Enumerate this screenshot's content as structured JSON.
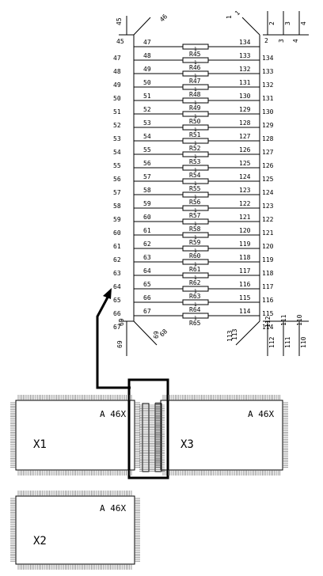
{
  "components": {
    "x1": {
      "name": "X1",
      "type": "A 46X"
    },
    "x2": {
      "name": "X2",
      "type": "A 46X"
    },
    "x3": {
      "name": "X3",
      "type": "A 46X"
    }
  },
  "detail": {
    "corner_top_left": [
      "45",
      "46"
    ],
    "corner_top_left_inner": "45",
    "corner_top_right": [
      "1",
      "1"
    ],
    "corner_bottom_left": [
      "68",
      "69"
    ],
    "corner_bottom_left_inner": "69",
    "corner_bottom_left_outer": "69",
    "corner_bottom_right": [
      "113",
      "113"
    ],
    "top_right_pins": [
      "2",
      "3",
      "4"
    ],
    "top_right_inner": [
      "2",
      "3",
      "4"
    ],
    "bottom_right_pins": [
      "112",
      "111",
      "110"
    ],
    "bottom_right_inner": [
      "112",
      "111",
      "110"
    ],
    "resistor_pin_label": "1",
    "rows": [
      {
        "left_outer": "47",
        "left_inner": "47",
        "resistor": "R45",
        "right_inner": "134",
        "right_outer": "134"
      },
      {
        "left_outer": "48",
        "left_inner": "48",
        "resistor": "R46",
        "right_inner": "133",
        "right_outer": "133"
      },
      {
        "left_outer": "49",
        "left_inner": "49",
        "resistor": "R47",
        "right_inner": "132",
        "right_outer": "132"
      },
      {
        "left_outer": "50",
        "left_inner": "50",
        "resistor": "R48",
        "right_inner": "131",
        "right_outer": "131"
      },
      {
        "left_outer": "51",
        "left_inner": "51",
        "resistor": "R49",
        "right_inner": "130",
        "right_outer": "130"
      },
      {
        "left_outer": "52",
        "left_inner": "52",
        "resistor": "R50",
        "right_inner": "129",
        "right_outer": "129"
      },
      {
        "left_outer": "53",
        "left_inner": "53",
        "resistor": "R51",
        "right_inner": "128",
        "right_outer": "128"
      },
      {
        "left_outer": "54",
        "left_inner": "54",
        "resistor": "R52",
        "right_inner": "127",
        "right_outer": "127"
      },
      {
        "left_outer": "55",
        "left_inner": "55",
        "resistor": "R53",
        "right_inner": "126",
        "right_outer": "126"
      },
      {
        "left_outer": "56",
        "left_inner": "56",
        "resistor": "R54",
        "right_inner": "125",
        "right_outer": "125"
      },
      {
        "left_outer": "57",
        "left_inner": "57",
        "resistor": "R55",
        "right_inner": "124",
        "right_outer": "124"
      },
      {
        "left_outer": "58",
        "left_inner": "58",
        "resistor": "R56",
        "right_inner": "123",
        "right_outer": "123"
      },
      {
        "left_outer": "59",
        "left_inner": "59",
        "resistor": "R57",
        "right_inner": "122",
        "right_outer": "122"
      },
      {
        "left_outer": "60",
        "left_inner": "60",
        "resistor": "R58",
        "right_inner": "121",
        "right_outer": "121"
      },
      {
        "left_outer": "61",
        "left_inner": "61",
        "resistor": "R59",
        "right_inner": "120",
        "right_outer": "120"
      },
      {
        "left_outer": "62",
        "left_inner": "62",
        "resistor": "R60",
        "right_inner": "119",
        "right_outer": "119"
      },
      {
        "left_outer": "63",
        "left_inner": "63",
        "resistor": "R61",
        "right_inner": "118",
        "right_outer": "118"
      },
      {
        "left_outer": "64",
        "left_inner": "64",
        "resistor": "R62",
        "right_inner": "117",
        "right_outer": "117"
      },
      {
        "left_outer": "65",
        "left_inner": "65",
        "resistor": "R63",
        "right_inner": "116",
        "right_outer": "116"
      },
      {
        "left_outer": "66",
        "left_inner": "66",
        "resistor": "R64",
        "right_inner": "115",
        "right_outer": "115"
      },
      {
        "left_outer": "67",
        "left_inner": "67",
        "resistor": "R65",
        "right_inner": "114",
        "right_outer": "114"
      }
    ]
  }
}
